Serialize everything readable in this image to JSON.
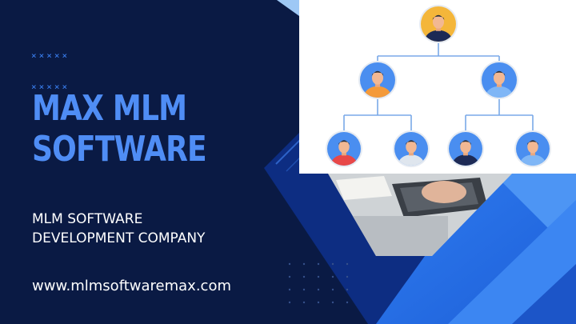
{
  "decor": {
    "cross_rows": [
      "×××××",
      "×××××"
    ]
  },
  "brand": {
    "title_line1": "MAX MLM",
    "title_line2": "SOFTWARE",
    "subtitle_line1": "MLM SOFTWARE",
    "subtitle_line2": "DEVELOPMENT COMPANY",
    "website": "www.mlmsoftwaremax.com"
  },
  "colors": {
    "background": "#0a1a44",
    "accent_blue": "#4f8df5",
    "bright_blue": "#2f7cf0",
    "text_white": "#ffffff",
    "connector_blue": "#7aa8e8"
  },
  "org_chart": {
    "icon": "people-hierarchy-icon",
    "levels": 3,
    "nodes": [
      {
        "role": "top",
        "avatar_bg": "#f4b63a",
        "shirt": "#1d2a55"
      },
      {
        "role": "left-manager",
        "avatar_bg": "#4a8ef0",
        "shirt": "#f49a3a"
      },
      {
        "role": "right-manager",
        "avatar_bg": "#4a8ef0",
        "shirt": "#7fb6f6"
      },
      {
        "role": "member-1",
        "avatar_bg": "#4a8ef0",
        "shirt": "#e84848"
      },
      {
        "role": "member-2",
        "avatar_bg": "#4a8ef0",
        "shirt": "#dfe6ee"
      },
      {
        "role": "member-3",
        "avatar_bg": "#4a8ef0",
        "shirt": "#1d2a55"
      },
      {
        "role": "member-4",
        "avatar_bg": "#4a8ef0",
        "shirt": "#7fb6f6"
      }
    ]
  }
}
